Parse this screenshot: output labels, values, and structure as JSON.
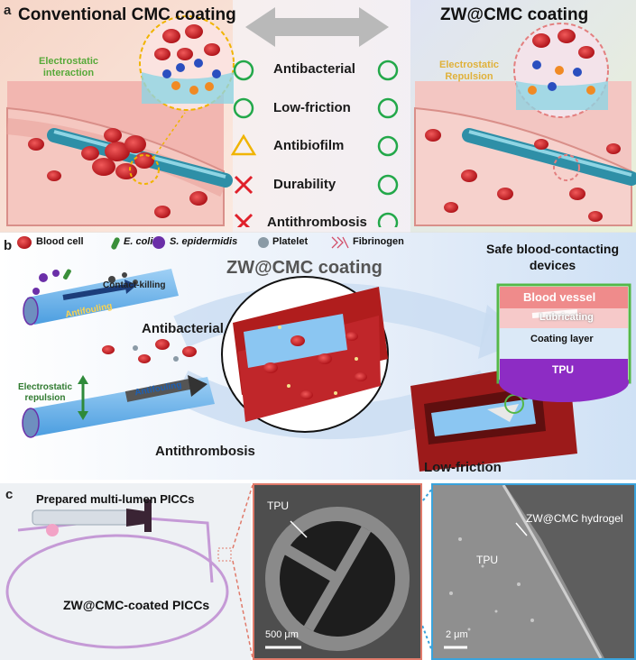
{
  "panel_a": {
    "letter": "a",
    "left_title": "Conventional CMC coating",
    "right_title": "ZW@CMC coating",
    "left_callout": "Electrostatic interaction",
    "right_callout": "Electrostatic Repulsion",
    "properties": [
      {
        "label": "Antibacterial",
        "conventional": "circle",
        "zw": "circle"
      },
      {
        "label": "Low-friction",
        "conventional": "circle",
        "zw": "circle"
      },
      {
        "label": "Antibiofilm",
        "conventional": "triangle",
        "zw": "circle"
      },
      {
        "label": "Durability",
        "conventional": "cross",
        "zw": "circle"
      },
      {
        "label": "Antithrombosis",
        "conventional": "cross",
        "zw": "circle"
      }
    ],
    "colors": {
      "circle": "#23a84a",
      "triangle": "#f0b400",
      "cross": "#e0202a"
    }
  },
  "panel_b": {
    "letter": "b",
    "legend": [
      "Blood cell",
      "E. coli",
      "S. epidermidis",
      "Platelet",
      "Fibrinogen"
    ],
    "center_title": "ZW@CMC coating",
    "safe_title_line1": "Safe blood-contacting",
    "safe_title_line2": "devices",
    "contact_killing": "Contact-killing",
    "antifouling_1": "Antifouling",
    "antifouling_2": "Antifouling",
    "antibacterial": "Antibacterial",
    "electrostatic_line1": "Electrostatic",
    "electrostatic_line2": "repulsion",
    "antithrombosis": "Antithrombosis",
    "low_friction": "Low-friction",
    "inset": {
      "blood_vessel": "Blood vessel",
      "lubricating": "Lubricating",
      "coating_layer": "Coating layer",
      "tpu": "TPU"
    }
  },
  "panel_c": {
    "letter": "c",
    "photo_title": "Prepared multi-lumen PICCs",
    "photo_caption": "ZW@CMC-coated  PICCs",
    "sem1_label": "TPU",
    "sem1_scale": "500 μm",
    "sem2_label_tpu": "TPU",
    "sem2_label_hydrogel": "ZW@CMC hydrogel",
    "sem2_scale": "2 μm"
  }
}
